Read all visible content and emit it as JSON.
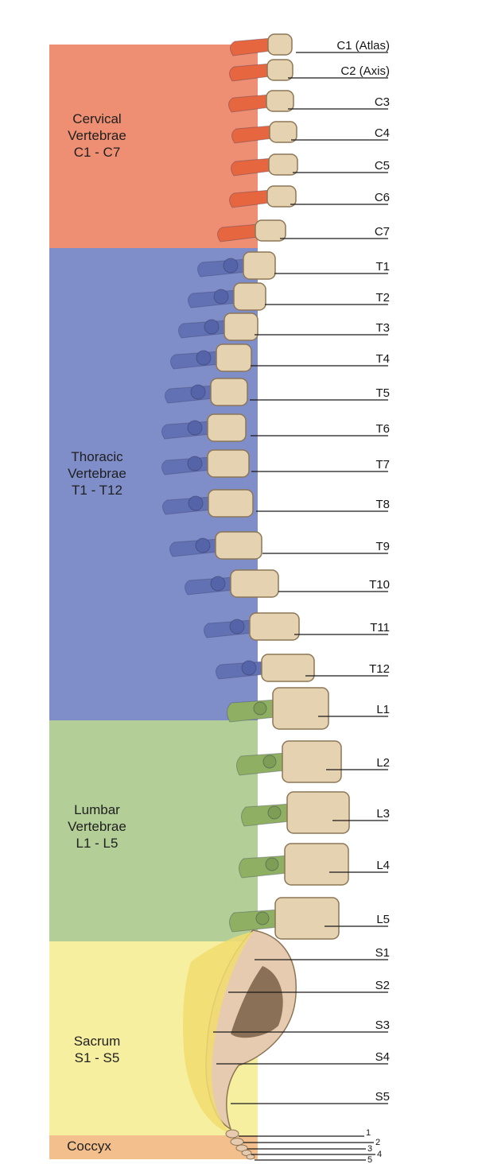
{
  "colors": {
    "cervical": "#EE8E72",
    "thoracic": "#7F8DC8",
    "lumbar": "#B3CF97",
    "sacrum": "#F7EFA0",
    "coccyx": "#F3BF8C",
    "bone": "#E4D2B0",
    "bone_shadow": "#8C7656",
    "leader": "#1a1a1a"
  },
  "regions": [
    {
      "id": "cervical",
      "lines": [
        "Cervical",
        "Vertebrae",
        "C1 - C7"
      ]
    },
    {
      "id": "thoracic",
      "lines": [
        "Thoracic",
        "Vertebrae",
        "T1 - T12"
      ]
    },
    {
      "id": "lumbar",
      "lines": [
        "Lumbar",
        "Vertebrae",
        "L1 - L5"
      ]
    },
    {
      "id": "sacrum",
      "lines": [
        "Sacrum",
        "S1 - S5"
      ]
    },
    {
      "id": "coccyx",
      "lines": [
        "Coccyx"
      ]
    }
  ],
  "vertebrae": [
    "C1 (Atlas)",
    "C2 (Axis)",
    "C3",
    "C4",
    "C5",
    "C6",
    "C7",
    "T1",
    "T2",
    "T3",
    "T4",
    "T5",
    "T6",
    "T7",
    "T8",
    "T9",
    "T10",
    "T11",
    "T12",
    "L1",
    "L2",
    "L3",
    "L4",
    "L5",
    "S1",
    "S2",
    "S3",
    "S4",
    "S5"
  ],
  "coccyx_segments": [
    "1",
    "2",
    "3",
    "4",
    "5"
  ]
}
